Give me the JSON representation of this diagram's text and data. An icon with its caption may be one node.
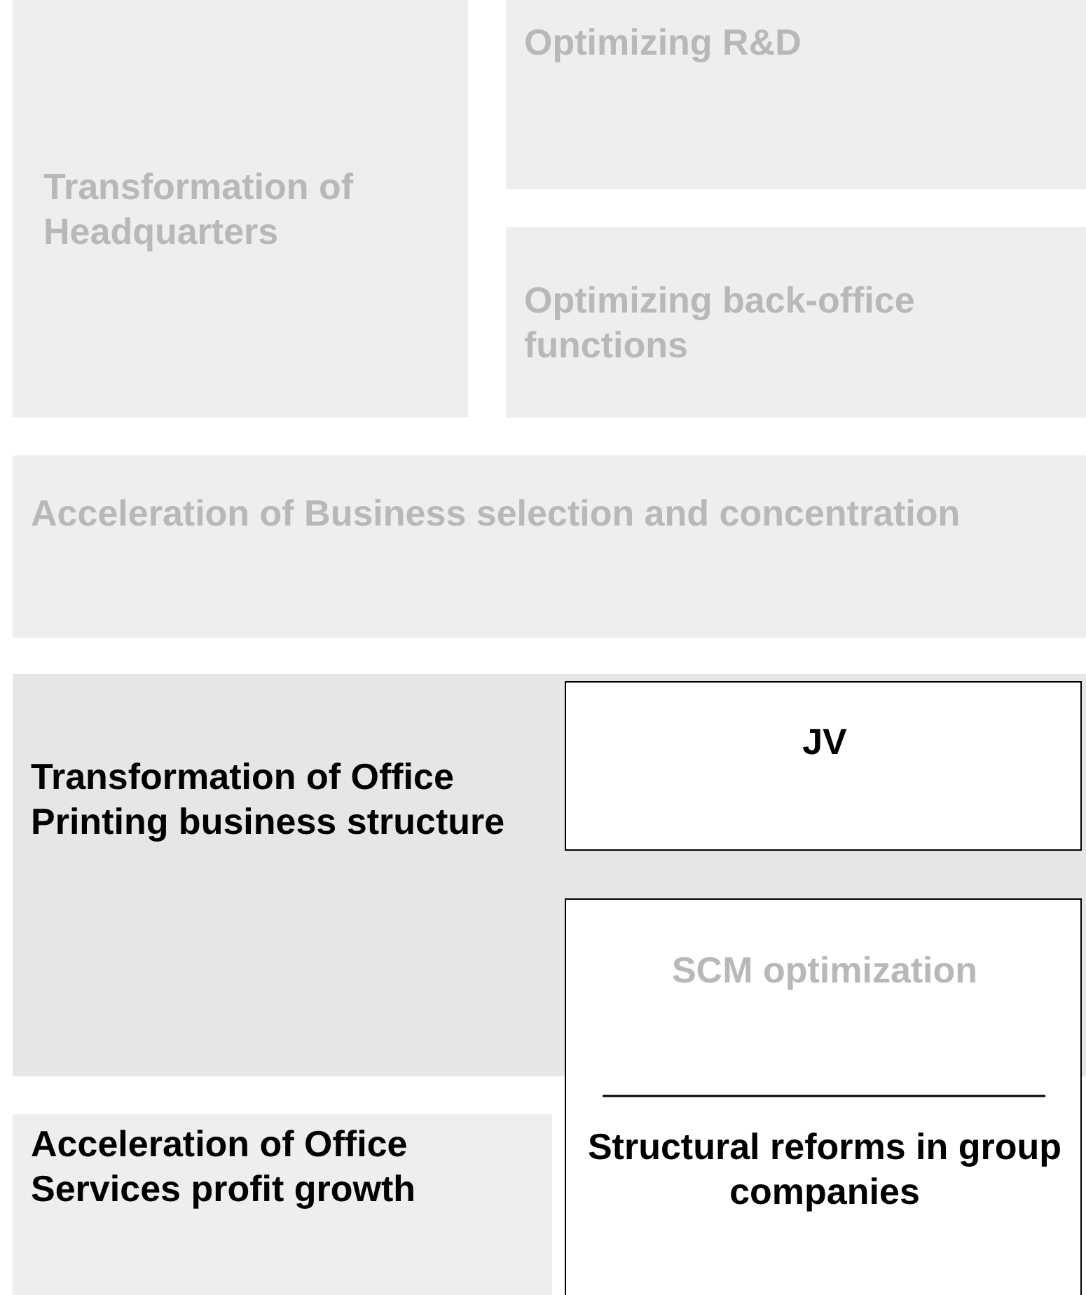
{
  "diagram": {
    "nodes": [
      {
        "text": [
          "Transformation of Headquarters"
        ]
      },
      {
        "text": [
          "Optimizing R&D"
        ]
      },
      {
        "text": [
          "Optimizing back-office functions"
        ]
      },
      {
        "text": [
          "Acceleration of Business selection and concentration"
        ]
      },
      {
        "text": [
          "Transformation of Office Printing business structure"
        ]
      },
      {
        "text": [
          "JV"
        ],
        "in": 4
      },
      {
        "text": [
          "SCM optimization",
          "Structural reforms in group companies"
        ]
      },
      {
        "text": [
          "Acceleration of Office Services profit growth"
        ]
      }
    ]
  }
}
